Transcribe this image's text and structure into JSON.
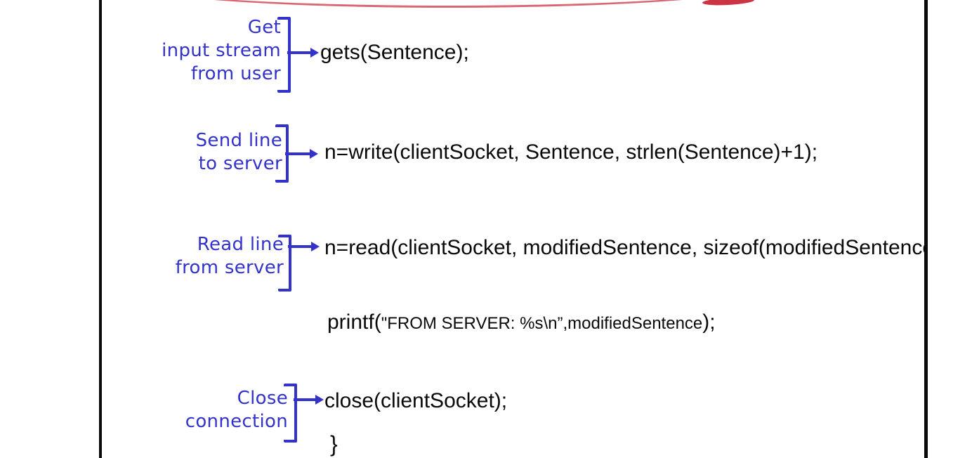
{
  "slide": {
    "kind": "annotated-code-diagram",
    "colors": {
      "accent_blue": "#3333cc",
      "accent_red": "#cc3344",
      "frame": "#0a0a0a",
      "code_text": "#0a0a0a",
      "background": "#ffffff"
    }
  },
  "annotations": [
    {
      "id": "get-input-stream",
      "lines": [
        "Get",
        "input stream",
        "from user"
      ]
    },
    {
      "id": "send-line",
      "lines": [
        "Send line",
        "to server"
      ]
    },
    {
      "id": "read-line",
      "lines": [
        "Read line",
        "from server"
      ]
    },
    {
      "id": "close-connection",
      "lines": [
        "Close",
        "connection"
      ]
    }
  ],
  "code": {
    "gets": "gets(Sentence);",
    "write": "n=write(clientSocket, Sentence, strlen(Sentence)+1);",
    "read": "n=read(clientSocket, modifiedSentence, sizeof(modifiedSentence",
    "printf_prefix": "printf(",
    "printf_inner": "\"FROM SERVER: %s\\n”,modifiedSentence",
    "printf_suffix": ");",
    "close": "close(clientSocket);",
    "closing_brace": "}"
  }
}
